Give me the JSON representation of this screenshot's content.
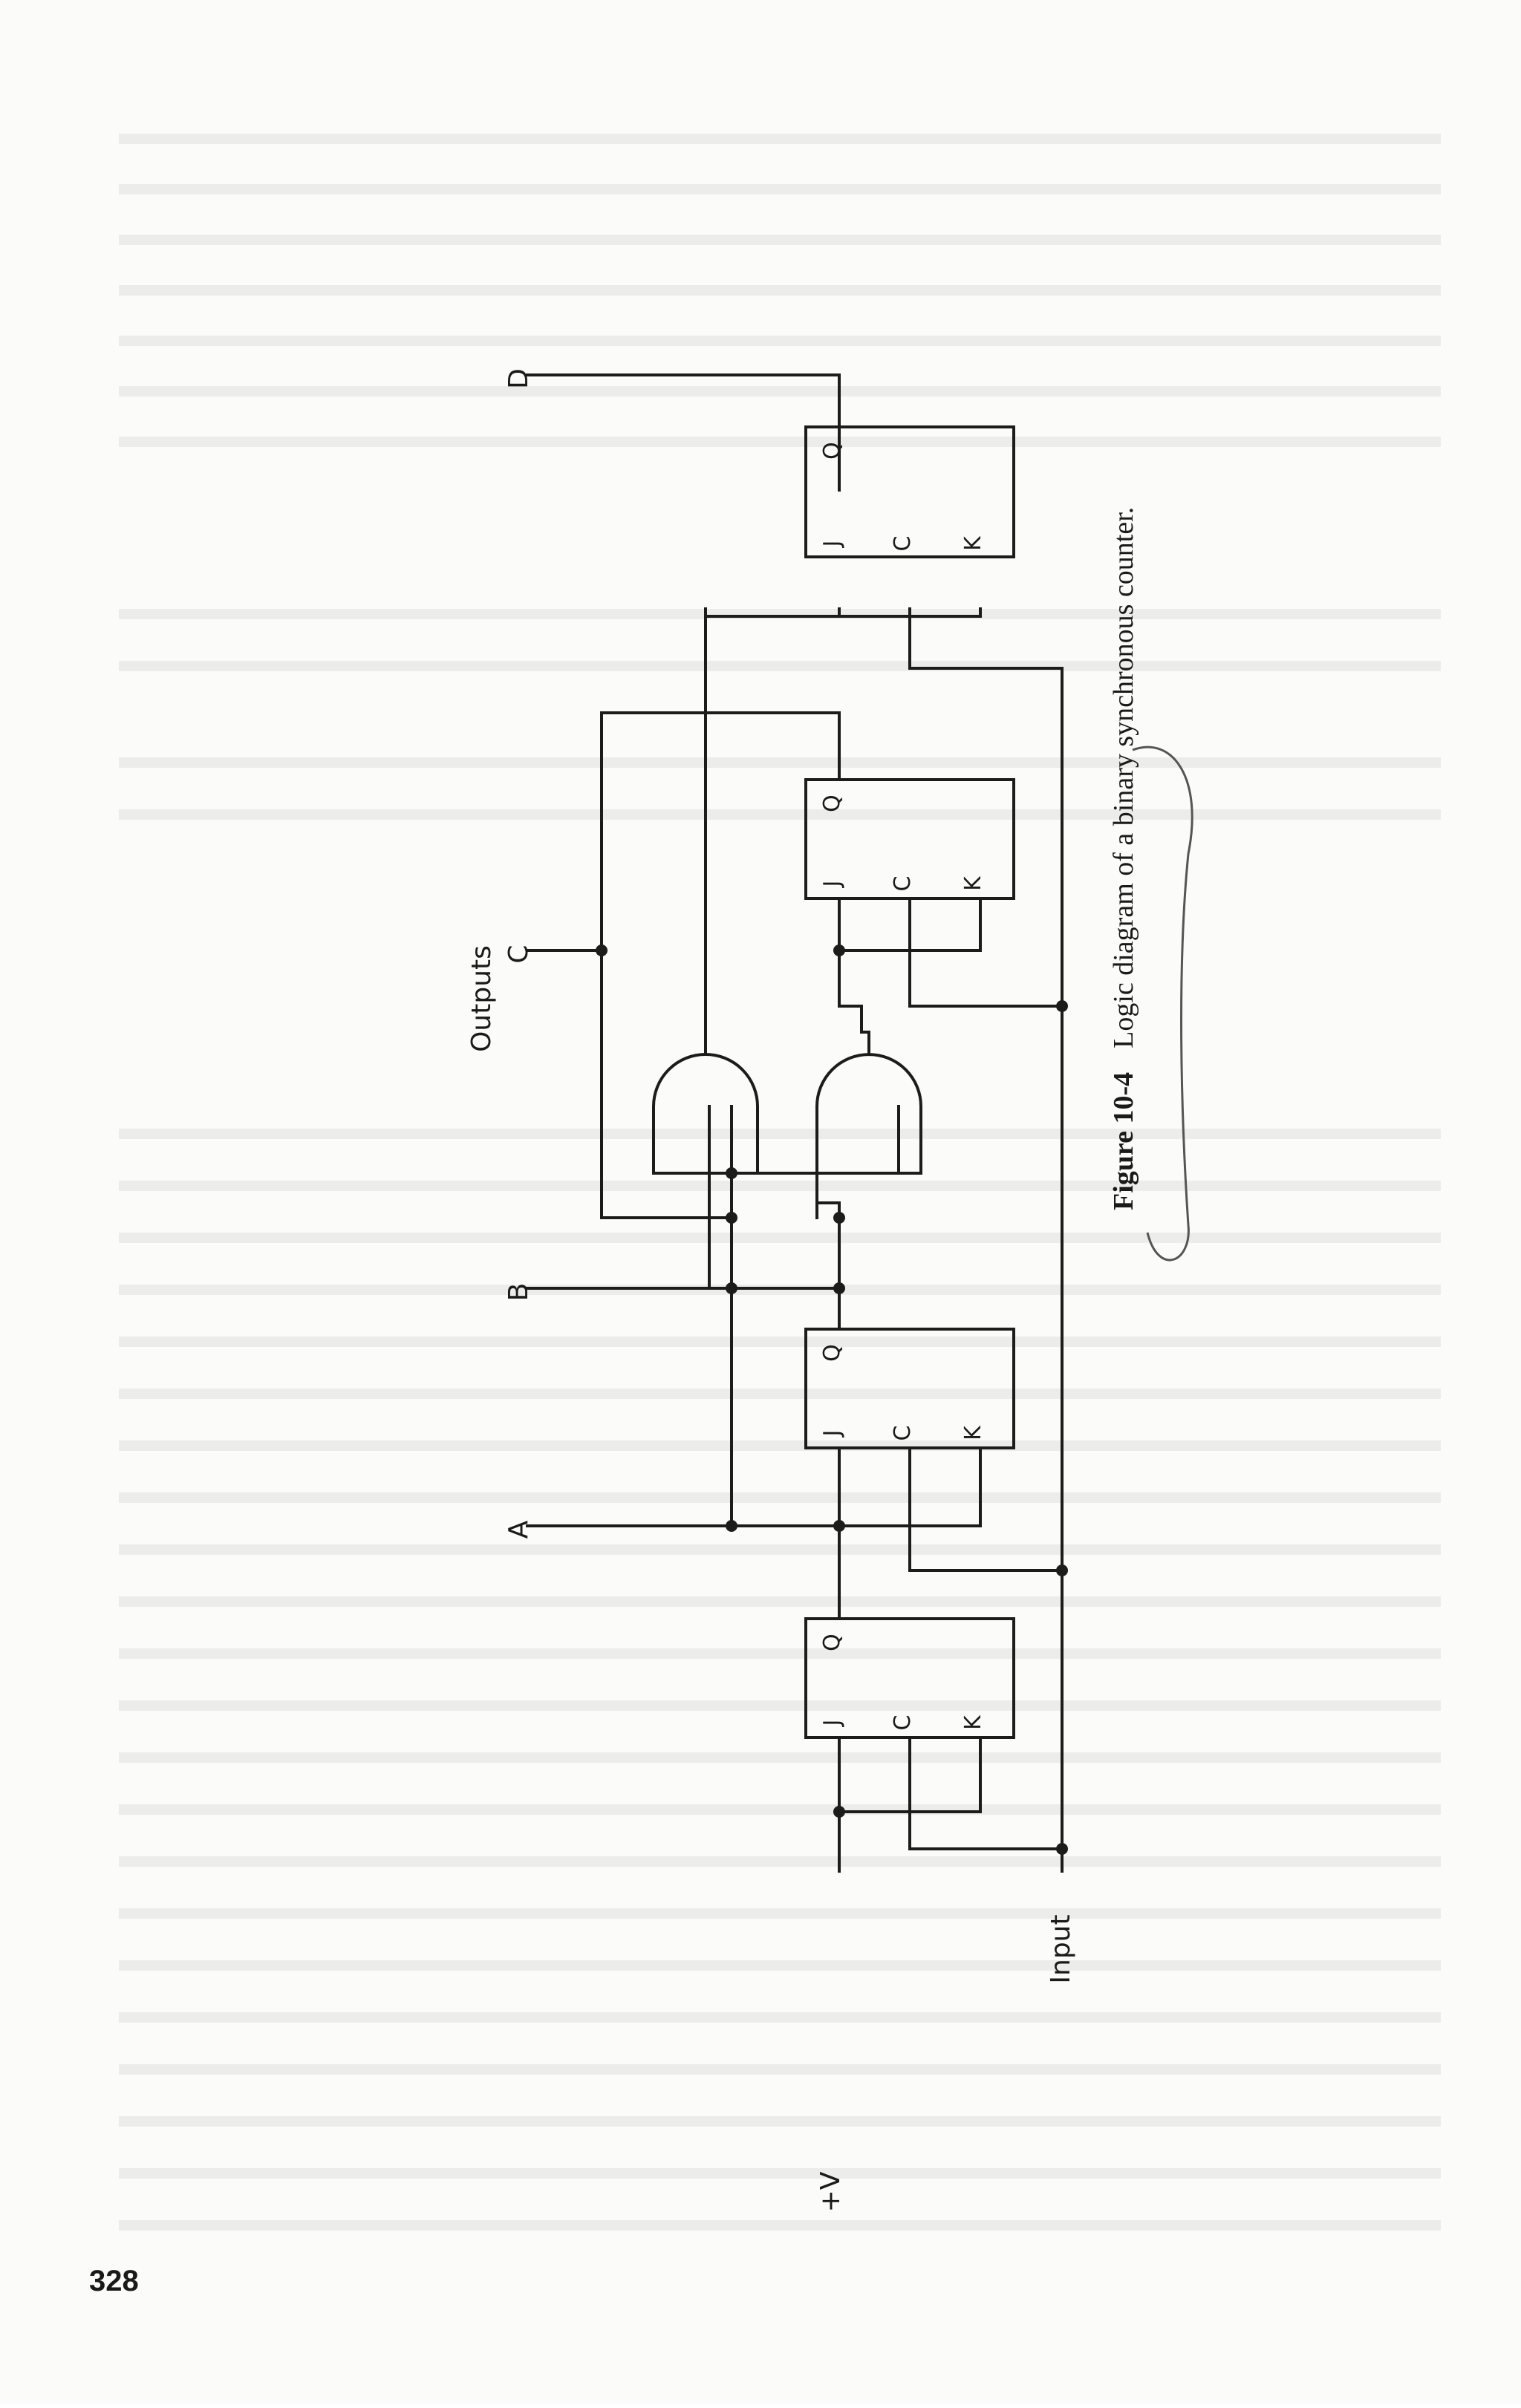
{
  "labels": {
    "plus_v": "+V",
    "input": "Input",
    "outputs": "Outputs",
    "out_a": "A",
    "out_b": "B",
    "out_c": "C",
    "out_d": "D"
  },
  "flipflop_pins": {
    "j": "J",
    "c": "C",
    "k": "K",
    "q": "Q"
  },
  "caption": {
    "figure_number": "Figure 10-4",
    "text": "Logic diagram of a binary synchronous counter."
  },
  "page_number": "328"
}
